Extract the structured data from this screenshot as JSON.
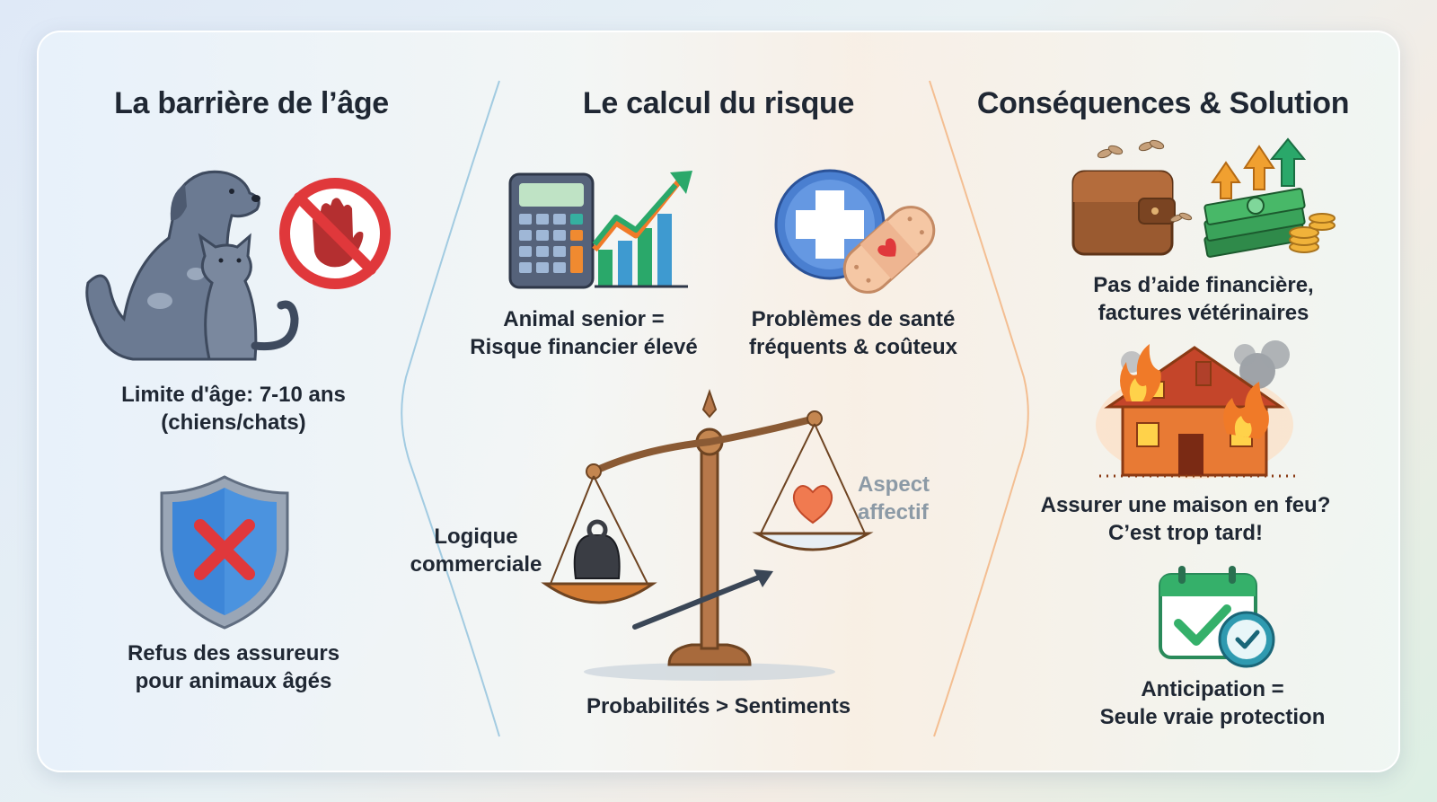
{
  "columns": [
    {
      "title": "La barrière de l’âge",
      "items": [
        {
          "label_lines": [
            "Limite d'âge: 7-10 ans",
            "(chiens/chats)"
          ],
          "icon": "dog-cat-stop-icon"
        },
        {
          "label_lines": [
            "Refus des assureurs",
            "pour animaux âgés"
          ],
          "icon": "shield-x-icon"
        }
      ]
    },
    {
      "title": "Le calcul du risque",
      "items": [
        {
          "label_lines": [
            "Animal senior =",
            "Risque financier élevé"
          ],
          "icon": "calculator-chart-icon"
        },
        {
          "label_lines": [
            "Problèmes de santé",
            "fréquents & coûteux"
          ],
          "icon": "medical-bandage-icon"
        }
      ],
      "scale": {
        "left_label": [
          "Logique",
          "commerciale"
        ],
        "right_label": [
          "Aspect",
          "affectif"
        ],
        "caption": "Probabilités > Sentiments"
      }
    },
    {
      "title": "Conséquences & Solution",
      "items": [
        {
          "label_lines": [
            "Pas d’aide financière,",
            "factures vétérinaires"
          ],
          "icon": "wallet-money-icon"
        },
        {
          "label_lines": [
            "Assurer une maison en feu?",
            "C’est trop tard!"
          ],
          "icon": "house-fire-icon"
        },
        {
          "label_lines": [
            "Anticipation =",
            "Seule vraie protection"
          ],
          "icon": "calendar-check-icon"
        }
      ]
    }
  ],
  "colors": {
    "text": "#1f2733",
    "stop_red": "#e0383b",
    "shield_blue": "#3d86d8",
    "growth_green": "#2aa86a",
    "fire_orange": "#f07a28",
    "check_green": "#35b06a"
  }
}
